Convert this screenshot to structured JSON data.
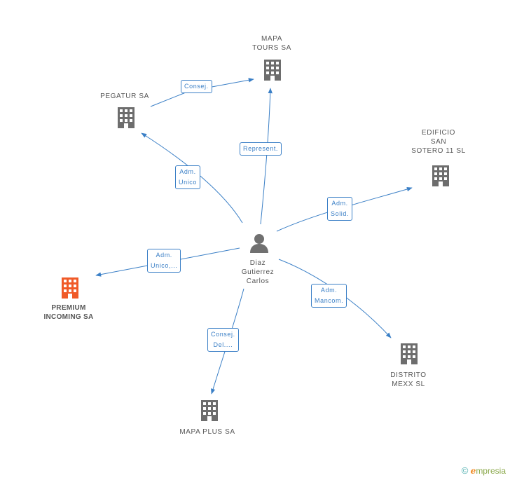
{
  "center": {
    "name_lines": [
      "Diaz",
      "Gutierrez",
      "Carlos"
    ],
    "icon": "person-icon"
  },
  "companies": {
    "mapa_tours": {
      "lines": [
        "MAPA",
        "TOURS SA"
      ],
      "icon": "building-icon"
    },
    "pegatur": {
      "lines": [
        "PEGATUR SA"
      ],
      "icon": "building-icon"
    },
    "edificio": {
      "lines": [
        "EDIFICIO",
        "SAN",
        "SOTERO 11  SL"
      ],
      "icon": "building-icon"
    },
    "premium": {
      "lines": [
        "PREMIUM",
        "INCOMING SA"
      ],
      "icon": "building-icon",
      "color": "#f05a28"
    },
    "distrito": {
      "lines": [
        "DISTRITO",
        "MEXX  SL"
      ],
      "icon": "building-icon"
    },
    "mapa_plus": {
      "lines": [
        "MAPA PLUS SA"
      ],
      "icon": "building-icon"
    }
  },
  "relations": {
    "consej_top": [
      "Consej."
    ],
    "represent": [
      "Represent."
    ],
    "adm_unico": [
      "Adm.",
      "Unico"
    ],
    "adm_solid": [
      "Adm.",
      "Solid."
    ],
    "adm_unico_multi": [
      "Adm.",
      "Unico,..."
    ],
    "adm_mancom": [
      "Adm.",
      "Mancom."
    ],
    "consej_del": [
      "Consej.",
      "Del...."
    ]
  },
  "footer": {
    "symbol": "©",
    "brand_initial": "e",
    "brand_rest": "mpresia"
  },
  "colors": {
    "edge": "#3a7fc6",
    "node_gray": "#666666",
    "highlight": "#f05a28"
  }
}
